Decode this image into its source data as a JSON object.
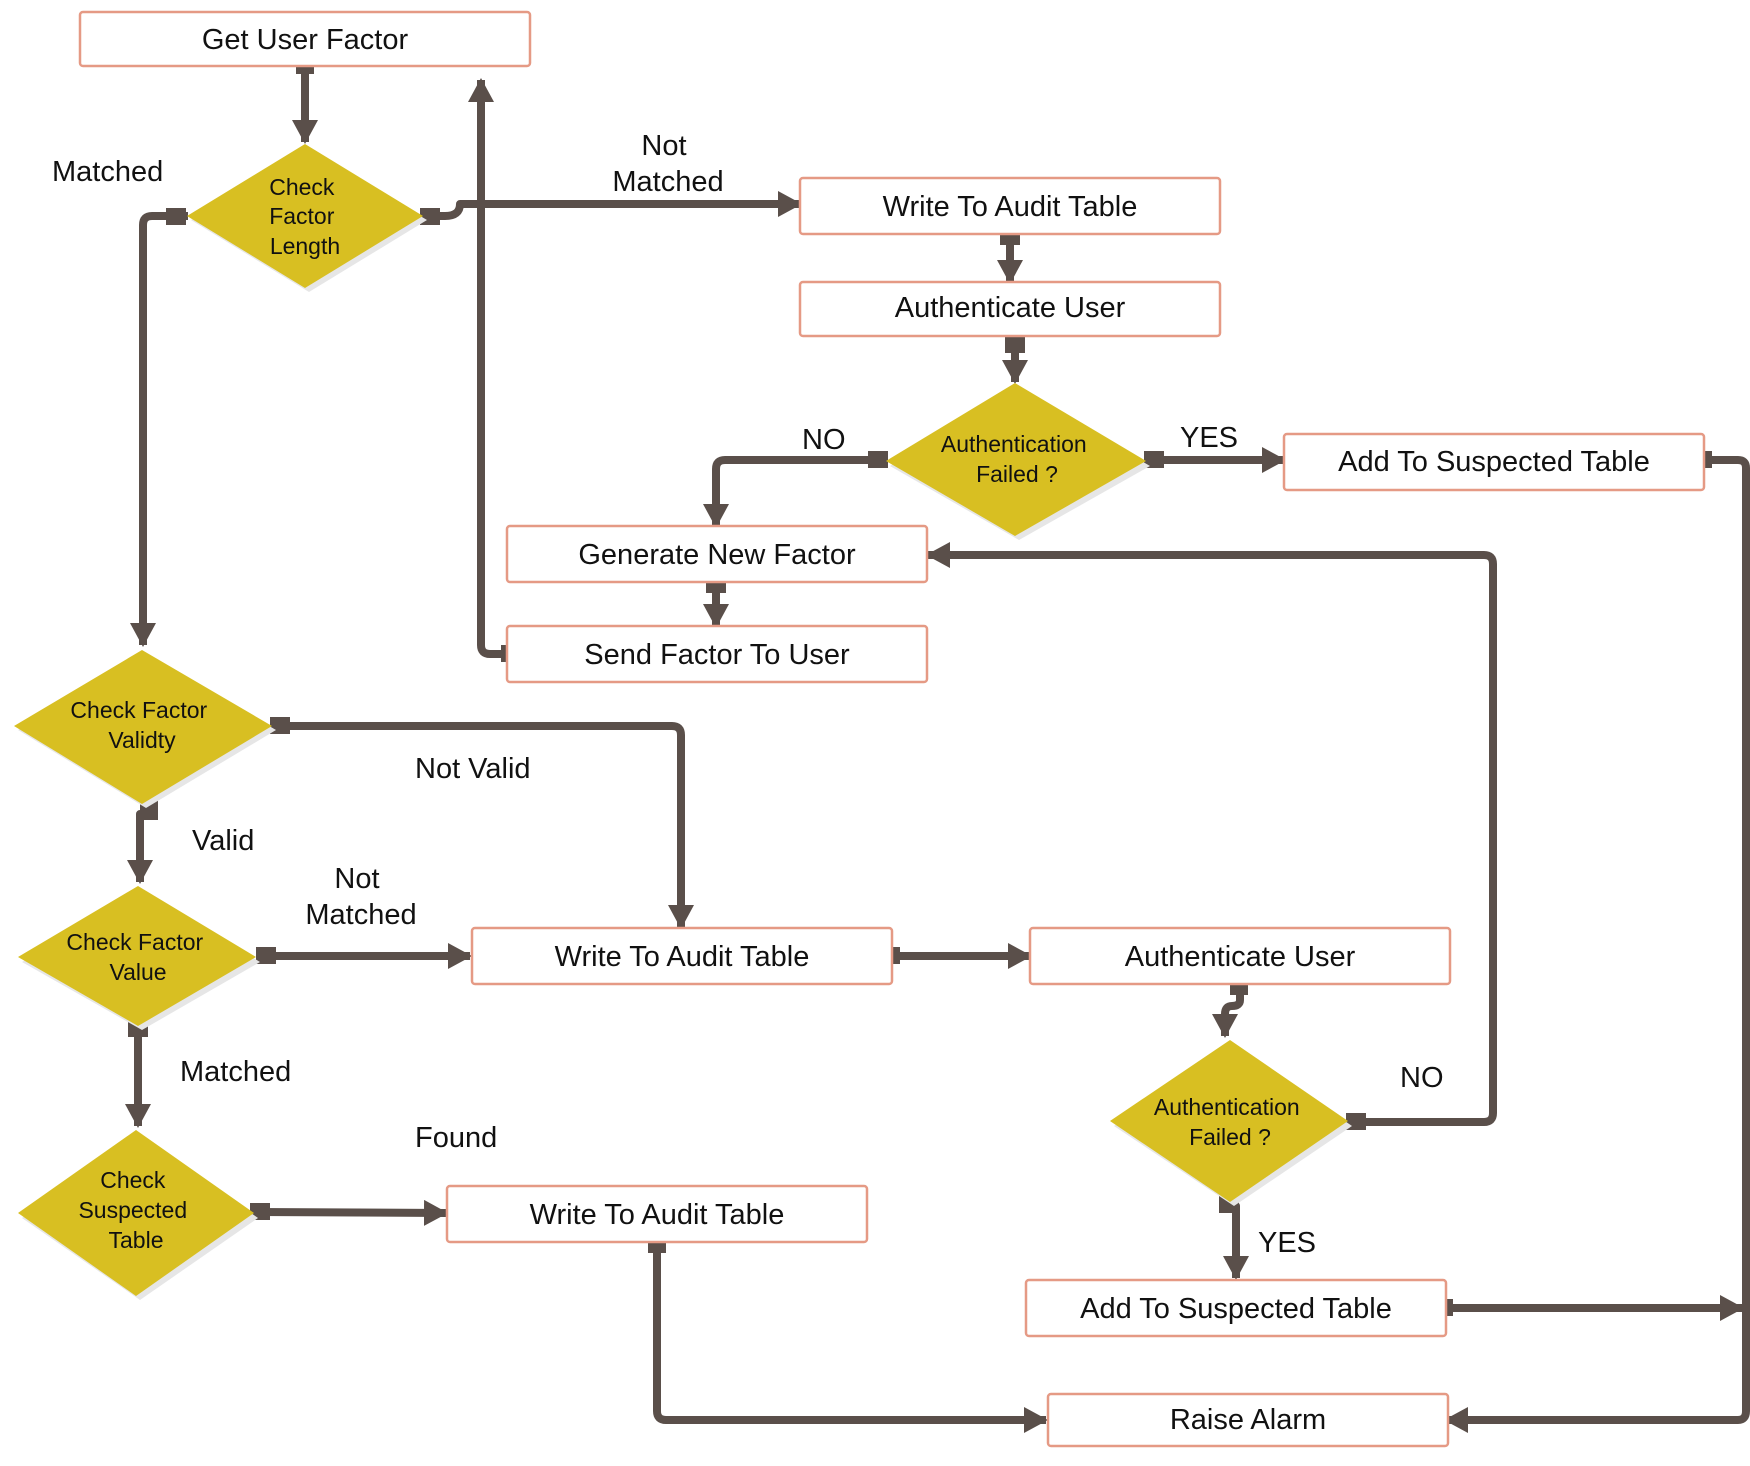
{
  "diagram": {
    "nodes": {
      "get_user_factor": "Get User Factor",
      "check_factor_length": "Check Factor Length",
      "write_audit_1": "Write To Audit Table",
      "authenticate_user_1": "Authenticate User",
      "auth_failed_1": "Authentication Failed ?",
      "add_suspected_1": "Add To Suspected Table",
      "generate_new_factor": "Generate New Factor",
      "send_factor_to_user": "Send Factor To User",
      "check_factor_validity": "Check Factor Validty",
      "check_factor_value": "Check Factor Value",
      "write_audit_2": "Write To Audit Table",
      "authenticate_user_2": "Authenticate User",
      "auth_failed_2": "Authentication Failed ?",
      "add_suspected_2": "Add To Suspected Table",
      "check_suspected_table": "Check Suspected Table",
      "write_audit_3": "Write To Audit Table",
      "raise_alarm": "Raise Alarm"
    },
    "edge_labels": {
      "length_matched": "Matched",
      "length_not_matched": "Not Matched",
      "auth1_no": "NO",
      "auth1_yes": "YES",
      "not_valid": "Not Valid",
      "valid": "Valid",
      "value_not_matched": "Not Matched",
      "value_matched": "Matched",
      "found": "Found",
      "auth2_no": "NO",
      "auth2_yes": "YES"
    },
    "colors": {
      "box_border": "#e59a85",
      "diamond_fill": "#d8bf22",
      "connector": "#5a4f4a"
    }
  }
}
